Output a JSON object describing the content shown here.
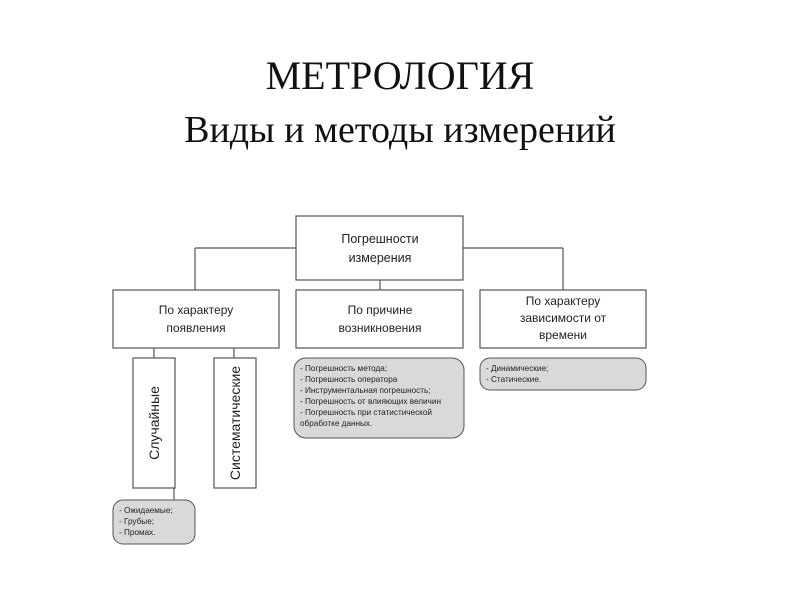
{
  "slide": {
    "title": "МЕТРОЛОГИЯ",
    "subtitle": "Виды и методы измерений"
  },
  "diagram": {
    "root": {
      "lines": [
        "Погрешности",
        "измерения"
      ]
    },
    "branches": [
      {
        "id": "appearance",
        "lines": [
          "По характеру",
          "появления"
        ]
      },
      {
        "id": "cause",
        "lines": [
          "По причине",
          "возникновения"
        ]
      },
      {
        "id": "time",
        "lines": [
          "По характеру",
          "зависимости от",
          "времени"
        ]
      }
    ],
    "appearance_types": [
      "Случайные",
      "Систематические"
    ],
    "notes": {
      "random": [
        "- Ожидаемые;",
        "- Грубые;",
        "- Промах."
      ],
      "cause": [
        "- Погрешность метода;",
        "- Погрешность оператора",
        "- Инструментальная погрешность;",
        "- Погрешность от влияющих величин",
        "- Погрешность при статистической",
        "обработке данных."
      ],
      "time": [
        "- Динамические;",
        "- Статические."
      ]
    }
  }
}
